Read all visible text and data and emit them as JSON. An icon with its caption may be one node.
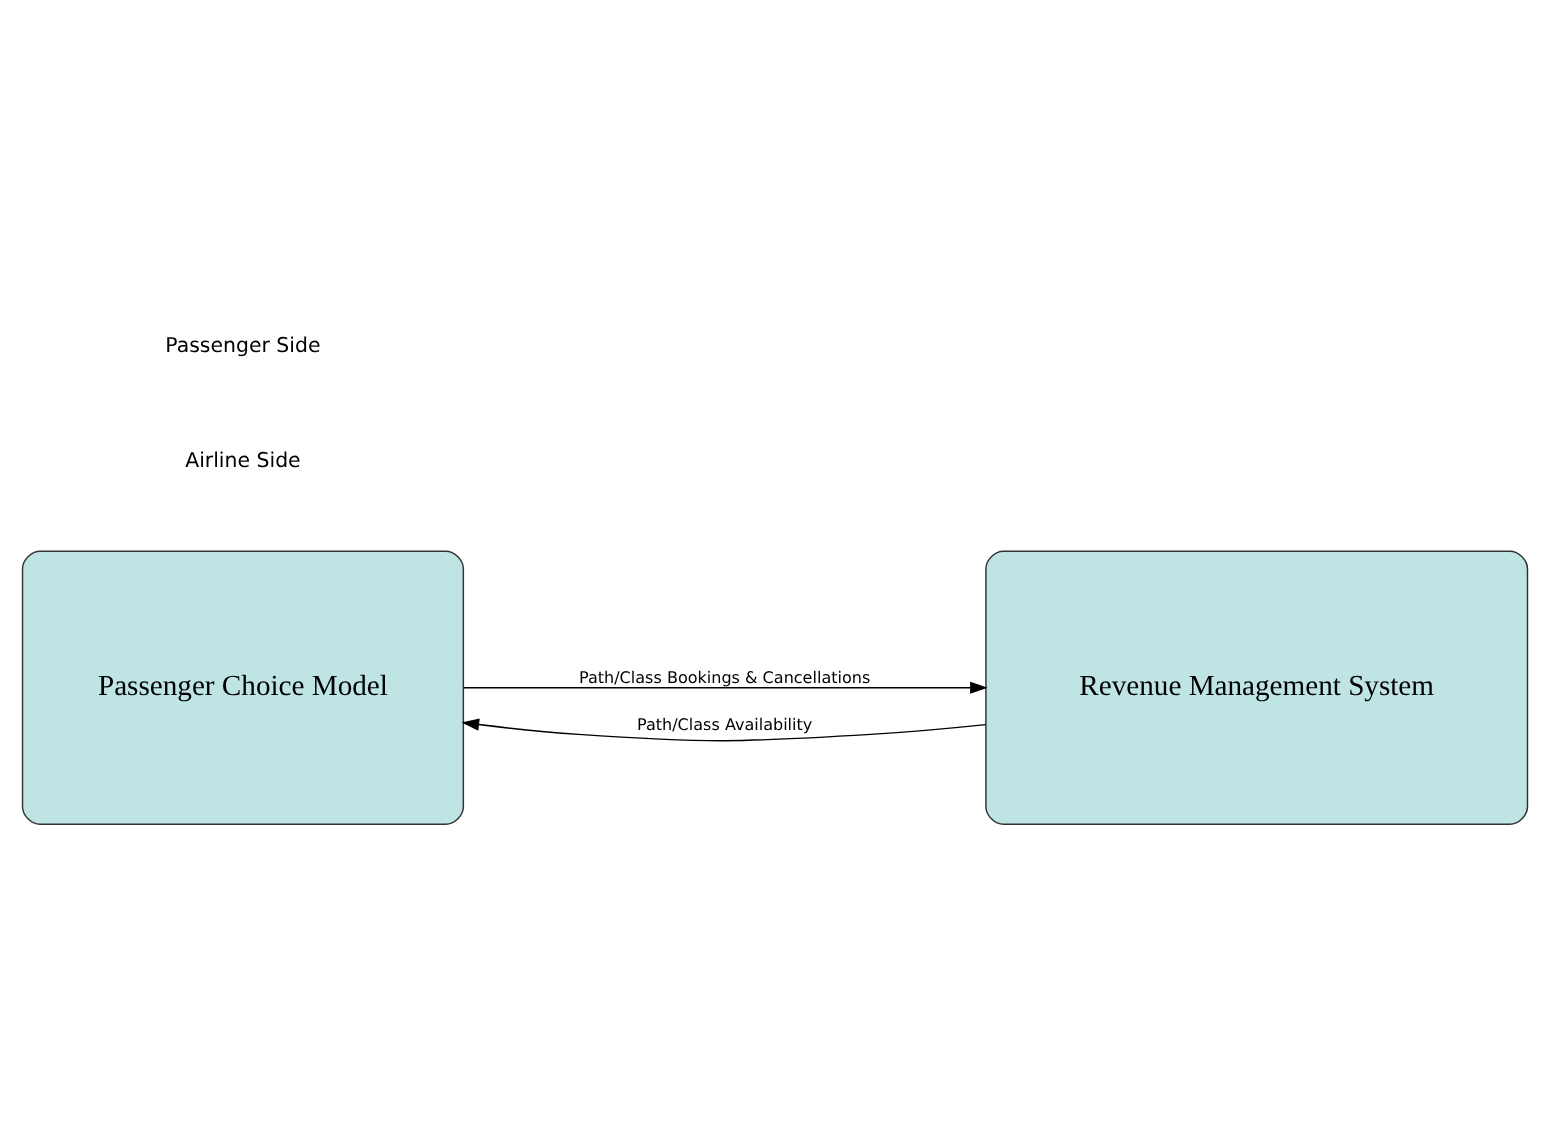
{
  "diagram": {
    "nodes": [
      {
        "text": [
          "Passenger Choice Model"
        ]
      },
      {
        "text": [
          "Revenue Management System"
        ]
      }
    ],
    "edges": [
      {
        "from": 1,
        "to": 0,
        "arrow": "to",
        "label": "Path/Class Availability"
      },
      {
        "from": 0,
        "to": 1,
        "arrow": "to",
        "label": "Path/Class Bookings & Cancellations"
      }
    ],
    "labels": [
      "Airline Side",
      "Passenger Side"
    ]
  }
}
